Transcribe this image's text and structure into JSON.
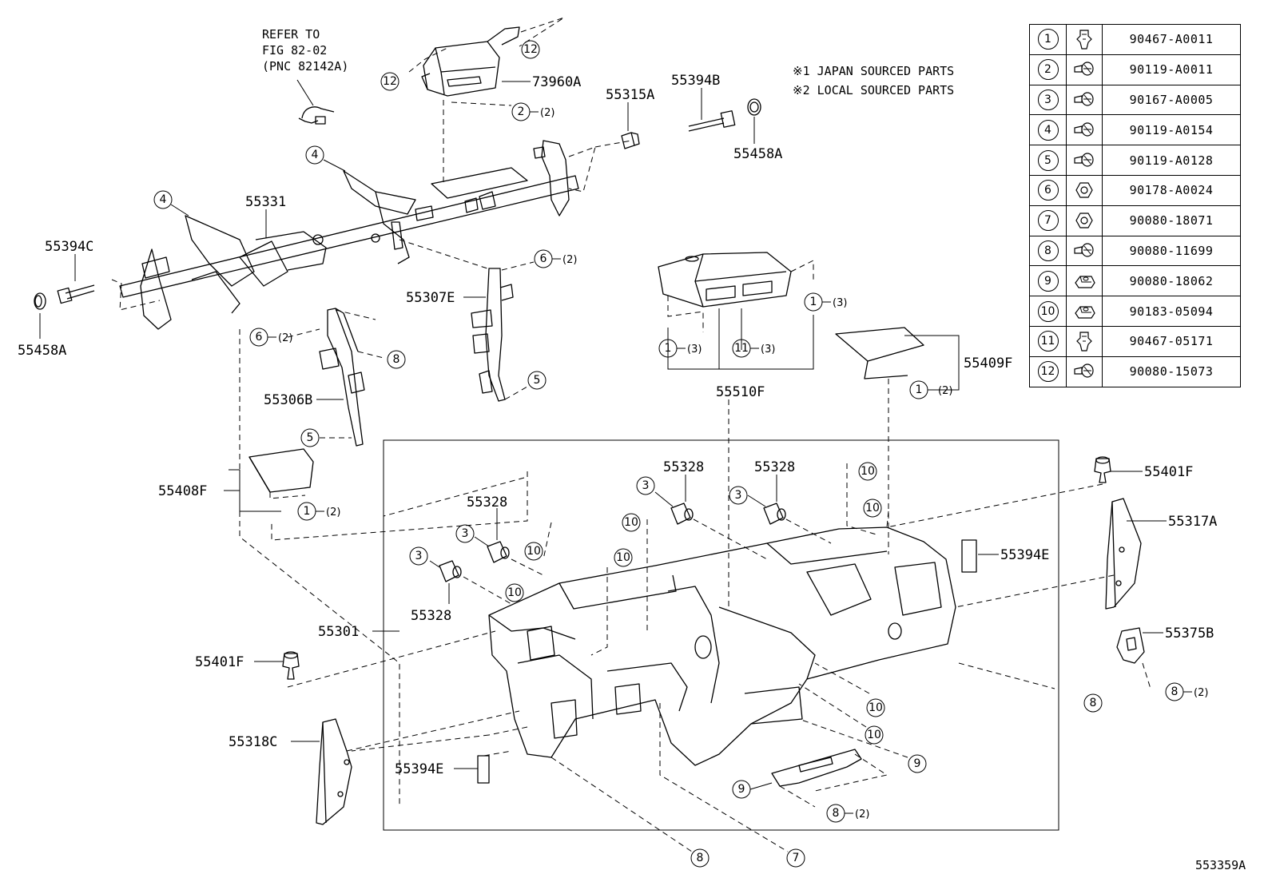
{
  "refer_note": [
    "REFER TO",
    "FIG 82-02",
    "(PNC 82142A)"
  ],
  "source_notes": [
    "※1 JAPAN SOURCED PARTS",
    "※2 LOCAL SOURCED PARTS"
  ],
  "figure_id": "553359A",
  "part_labels": {
    "p73960A": "73960A",
    "p55331": "55331",
    "p55394C": "55394C",
    "p55458A_left": "55458A",
    "p55458A_right": "55458A",
    "p55315A": "55315A",
    "p55394B": "55394B",
    "p55307E": "55307E",
    "p55306B": "55306B",
    "p55408F": "55408F",
    "p55510F": "55510F",
    "p55409F": "55409F",
    "p55401F_right": "55401F",
    "p55317A": "55317A",
    "p55394E_right": "55394E",
    "p55375B": "55375B",
    "p55328_a": "55328",
    "p55328_b": "55328",
    "p55328_c": "55328",
    "p55328_d": "55328",
    "p55301": "55301",
    "p55401F_left": "55401F",
    "p55318C": "55318C",
    "p55394E_left": "55394E"
  },
  "quantities": {
    "q2": "(2)",
    "q3": "(3)"
  },
  "fasteners": [
    {
      "num": "1",
      "icon": "clip-icon",
      "part": "90467-A0011"
    },
    {
      "num": "2",
      "icon": "bolt-icon",
      "part": "90119-A0011"
    },
    {
      "num": "3",
      "icon": "bolt-icon",
      "part": "90167-A0005"
    },
    {
      "num": "4",
      "icon": "bolt-icon",
      "part": "90119-A0154"
    },
    {
      "num": "5",
      "icon": "bolt-icon",
      "part": "90119-A0128"
    },
    {
      "num": "6",
      "icon": "nut-icon",
      "part": "90178-A0024"
    },
    {
      "num": "7",
      "icon": "nut-icon",
      "part": "90080-18071"
    },
    {
      "num": "8",
      "icon": "bolt-icon",
      "part": "90080-11699"
    },
    {
      "num": "9",
      "icon": "clip-nut-icon",
      "part": "90080-18062"
    },
    {
      "num": "10",
      "icon": "clip-nut-icon",
      "part": "90183-05094"
    },
    {
      "num": "11",
      "icon": "clip-icon",
      "part": "90467-05171"
    },
    {
      "num": "12",
      "icon": "bolt-icon",
      "part": "90080-15073"
    }
  ]
}
